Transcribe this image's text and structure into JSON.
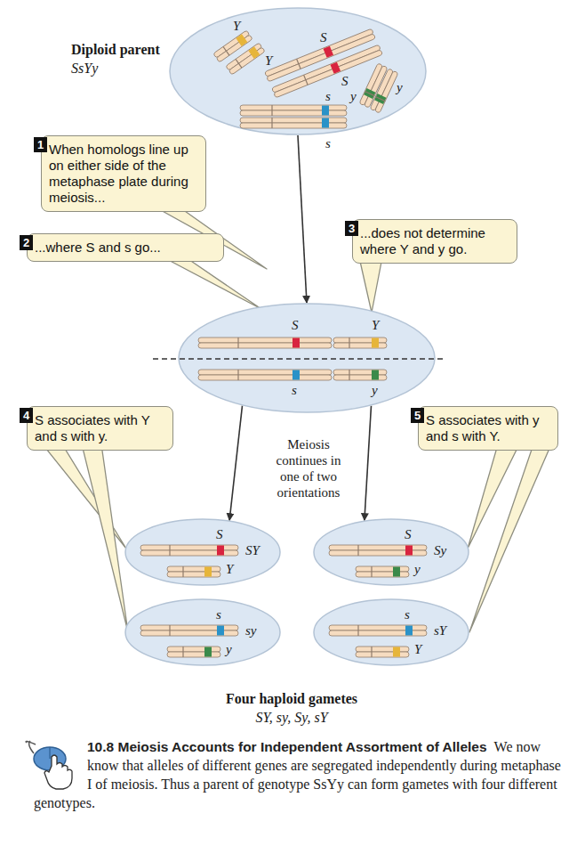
{
  "diagram": {
    "title": "10.8 Meiosis Accounts for Independent Assortment of Alleles",
    "caption": "We now know that alleles of different genes are segregated independently during metaphase I of meiosis. Thus a parent of genotype SsYy can form gametes with four different genotypes.",
    "nodes": [
      {
        "text": [
          "Diploid parent",
          "SsYy",
          "Y",
          "Y",
          "S",
          "S",
          "y",
          "y",
          "s",
          "s"
        ]
      },
      {
        "text": [
          "When homologs line up on either side of the metaphase plate during meiosis..."
        ]
      },
      {
        "text": [
          "...where S and s go..."
        ]
      },
      {
        "text": [
          "...does not determine where Y and y go."
        ]
      },
      {
        "text": [
          "S",
          "Y",
          "s",
          "y"
        ]
      },
      {
        "text": [
          "S associates with Y and s with y."
        ]
      },
      {
        "text": [
          "S associates with y and s with Y."
        ]
      },
      {
        "text": [
          "S",
          "Y",
          "SY"
        ]
      },
      {
        "text": [
          "S",
          "y",
          "Sy"
        ]
      },
      {
        "text": [
          "s",
          "y",
          "sy"
        ]
      },
      {
        "text": [
          "s",
          "Y",
          "sY"
        ]
      }
    ],
    "edges": [
      {
        "from": 0,
        "to": 4,
        "arrow": "to"
      },
      {
        "from": 4,
        "to": 7,
        "arrow": "to"
      },
      {
        "from": 4,
        "to": 8,
        "arrow": "to"
      }
    ],
    "labels": [
      "1",
      "2",
      "3",
      "4",
      "5",
      "Meiosis continues in one of two orientations",
      "Four haploid gametes",
      "SY, sy, Sy, sY"
    ]
  }
}
